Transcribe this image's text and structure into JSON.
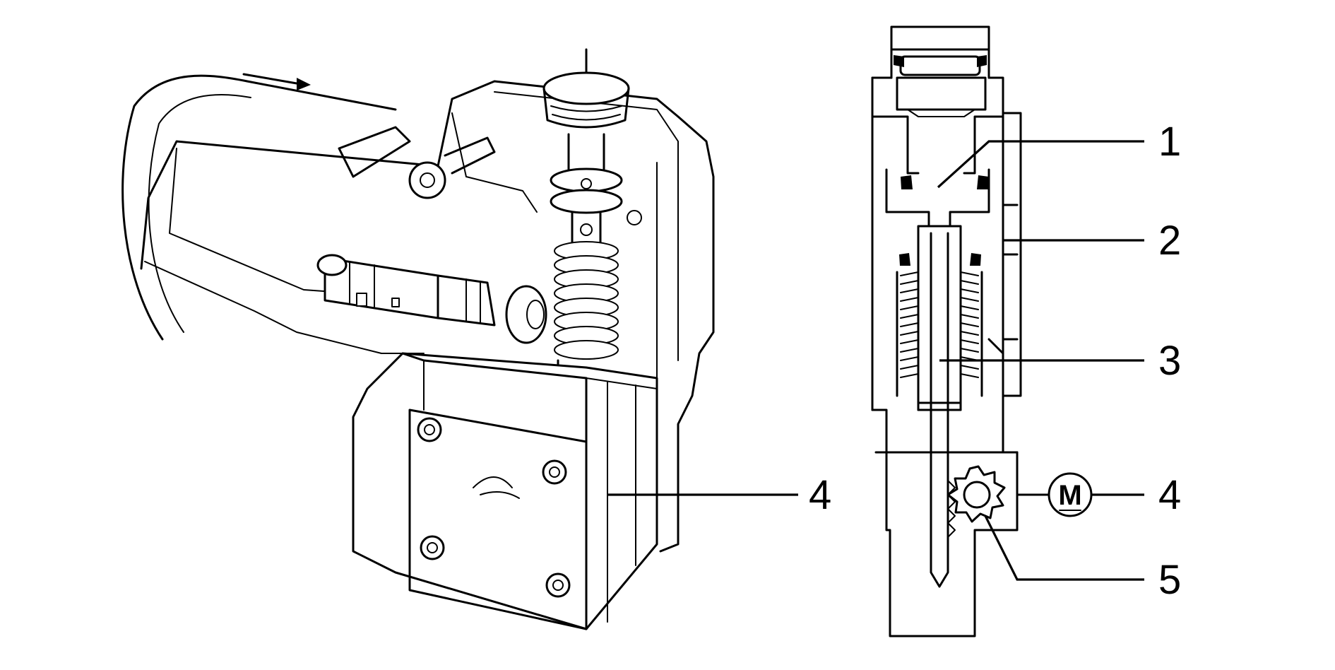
{
  "callouts": {
    "left_part": "4",
    "right_1": "1",
    "right_2": "2",
    "right_3": "3",
    "right_4": "4",
    "right_5": "5"
  },
  "motor_symbol": "M"
}
